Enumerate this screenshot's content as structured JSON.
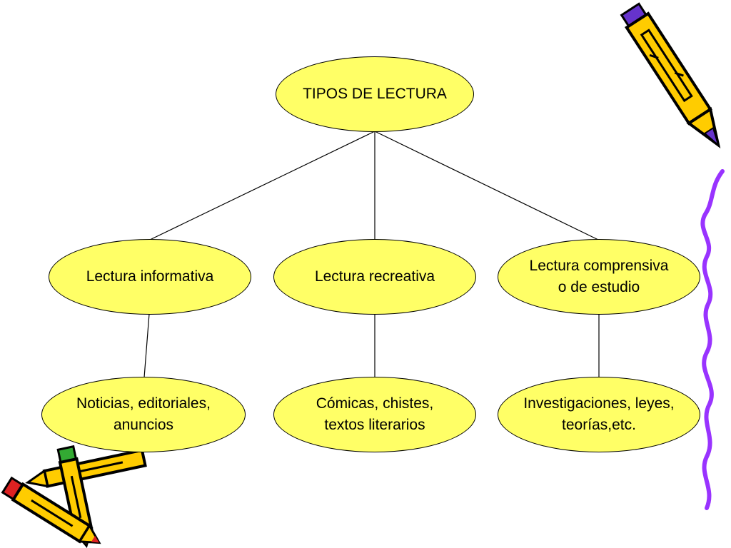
{
  "diagram": {
    "root": {
      "label": "TIPOS DE LECTURA"
    },
    "level1": [
      {
        "label": "Lectura informativa"
      },
      {
        "label": "Lectura recreativa"
      },
      {
        "label": "Lectura comprensiva\no de estudio"
      }
    ],
    "level2": [
      {
        "label": "Noticias, editoriales,\nanuncios"
      },
      {
        "label": "Cómicas, chistes,\ntextos literarios"
      },
      {
        "label": "Investigaciones, leyes,\nteorías,etc."
      }
    ],
    "colors": {
      "node_fill": "#ffff66",
      "outline": "#000000",
      "pencil_body": "#ffcc00",
      "pencil_tip": "#6633cc",
      "wavy_line": "#9933ff"
    },
    "decorations": [
      "pencil-icon",
      "pencils-icon",
      "wavy-margin-line"
    ]
  }
}
